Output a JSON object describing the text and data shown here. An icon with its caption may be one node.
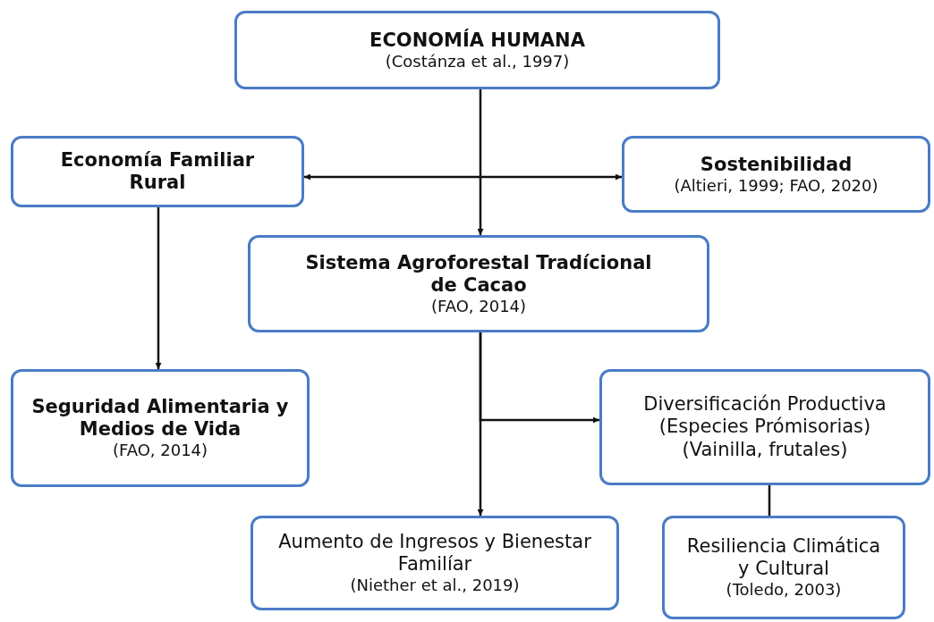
{
  "diagram": {
    "nodes": [
      {
        "text": [
          "ECONOMÍA HUMANA",
          "(Costánza et al., 1997)"
        ]
      },
      {
        "text": [
          "Economía Familiar Rural"
        ]
      },
      {
        "text": [
          "Sostenibilidad",
          "(Altieri, 1999; FAO, 2020)"
        ]
      },
      {
        "text": [
          "Sistema Agroforestal Tradícional de Cacao",
          "(FAO, 2014)"
        ]
      },
      {
        "text": [
          "Seguridad Alimentaria y Medios de Vida",
          "(FAO, 2014)"
        ]
      },
      {
        "text": [
          "Diversificación Productiva",
          "(Especies Prómisorias)",
          "(Vainilla, frutales)"
        ]
      },
      {
        "text": [
          "Aumento de Ingresos y Bienestar Familíar",
          "(Niether et al., 2019)"
        ]
      },
      {
        "text": [
          "Resiliencia Climática y Cultural",
          "(Toledo, 2003)"
        ]
      }
    ],
    "edges": [
      {
        "from": 0,
        "to": 3,
        "arrow": "to"
      },
      {
        "from": 1,
        "to": 2,
        "arrow": "both"
      },
      {
        "from": 1,
        "to": 4,
        "arrow": "to"
      },
      {
        "from": 3,
        "to": 6,
        "arrow": "to"
      },
      {
        "from": 3,
        "to": 5,
        "arrow": "to"
      },
      {
        "from": 5,
        "to": 7,
        "arrow": "none"
      }
    ]
  }
}
